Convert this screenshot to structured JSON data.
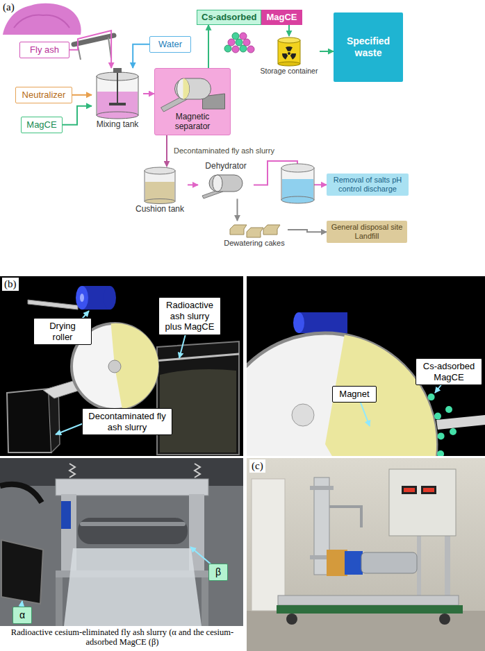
{
  "diagram": {
    "nodes": [
      {
        "text": [
          "Fly ash"
        ]
      },
      {
        "text": [
          "Water"
        ]
      },
      {
        "text": [
          "Neutralizer"
        ]
      },
      {
        "text": [
          "MagCE"
        ]
      },
      {
        "text": [
          "Mixing tank"
        ]
      },
      {
        "text": [
          "Magnetic separator"
        ]
      },
      {
        "text": [
          "Cs-adsorbed",
          "MagCE"
        ]
      },
      {
        "text": [
          "Storage container"
        ]
      },
      {
        "text": [
          "Specified waste"
        ]
      },
      {
        "text": [
          "Cushion tank"
        ]
      },
      {
        "text": [
          "Dehydrator"
        ]
      },
      {
        "text": [
          "Removal of salts pH control discharge"
        ]
      },
      {
        "text": [
          "Dewatering cakes"
        ]
      },
      {
        "text": [
          "General disposal site Landfill"
        ]
      },
      {
        "text": [
          "Drying roller"
        ]
      },
      {
        "text": [
          "Radioactive ash slurry plus MagCE"
        ]
      },
      {
        "text": [
          "Decontaminated fly ash slurry"
        ]
      },
      {
        "text": [
          "Magnet"
        ]
      },
      {
        "text": [
          "Cs-adsorbed MagCE"
        ]
      },
      {
        "text": [
          "α"
        ]
      },
      {
        "text": [
          "β"
        ]
      }
    ],
    "edges": [
      {
        "from": 0,
        "to": 4,
        "arrow": "to"
      },
      {
        "from": 1,
        "to": 4,
        "arrow": "to"
      },
      {
        "from": 2,
        "to": 4,
        "arrow": "to"
      },
      {
        "from": 3,
        "to": 4,
        "arrow": "to"
      },
      {
        "from": 4,
        "to": 5,
        "arrow": "to"
      },
      {
        "from": 5,
        "to": 6,
        "arrow": "to"
      },
      {
        "from": 6,
        "to": 7,
        "arrow": "to"
      },
      {
        "from": 7,
        "to": 8,
        "arrow": "to"
      },
      {
        "from": 5,
        "to": 9,
        "arrow": "to",
        "label": "Decontaminated fly ash slurry"
      },
      {
        "from": 9,
        "to": 10,
        "arrow": "to"
      },
      {
        "from": 10,
        "to": 11,
        "arrow": "to"
      },
      {
        "from": 10,
        "to": 12,
        "arrow": "to"
      },
      {
        "from": 12,
        "to": 13,
        "arrow": "to"
      }
    ],
    "labels": [
      "(a)",
      "(b)",
      "(c)",
      "Radioactive cesium-eliminated fly ash slurry (α and the cesium-adsorbed MagCE (β)"
    ]
  }
}
